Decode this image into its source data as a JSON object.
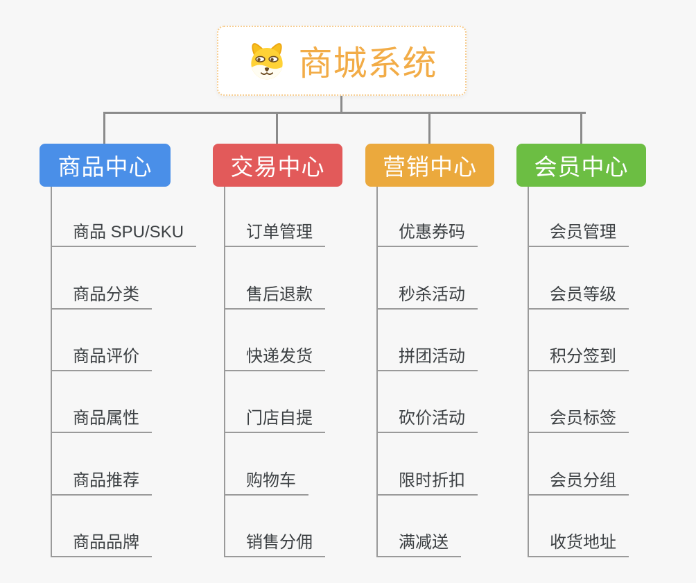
{
  "canvas": {
    "background": "#F7F7F7"
  },
  "root": {
    "title": "商城系统",
    "icon": "dog-face-icon",
    "title_color": "#F2AC47",
    "border_color": "#F7CD90",
    "background": "#FFFFFF"
  },
  "connectors": {
    "color": "#8B8B8B",
    "child_line_color": "#9A9A9A"
  },
  "text_colors": {
    "child_topic": "#3C4043",
    "branch_label": "#FFFFFF"
  },
  "branches": [
    {
      "label": "商品中心",
      "color": "#4A8FE8",
      "children": [
        "商品 SPU/SKU",
        "商品分类",
        "商品评价",
        "商品属性",
        "商品推荐",
        "商品品牌"
      ]
    },
    {
      "label": "交易中心",
      "color": "#E25A5A",
      "children": [
        "订单管理",
        "售后退款",
        "快递发货",
        "门店自提",
        "购物车",
        "销售分佣"
      ]
    },
    {
      "label": "营销中心",
      "color": "#EBA93D",
      "children": [
        "优惠券码",
        "秒杀活动",
        "拼团活动",
        "砍价活动",
        "限时折扣",
        "满减送"
      ]
    },
    {
      "label": "会员中心",
      "color": "#6CBE43",
      "children": [
        "会员管理",
        "会员等级",
        "积分签到",
        "会员标签",
        "会员分组",
        "收货地址"
      ]
    }
  ]
}
